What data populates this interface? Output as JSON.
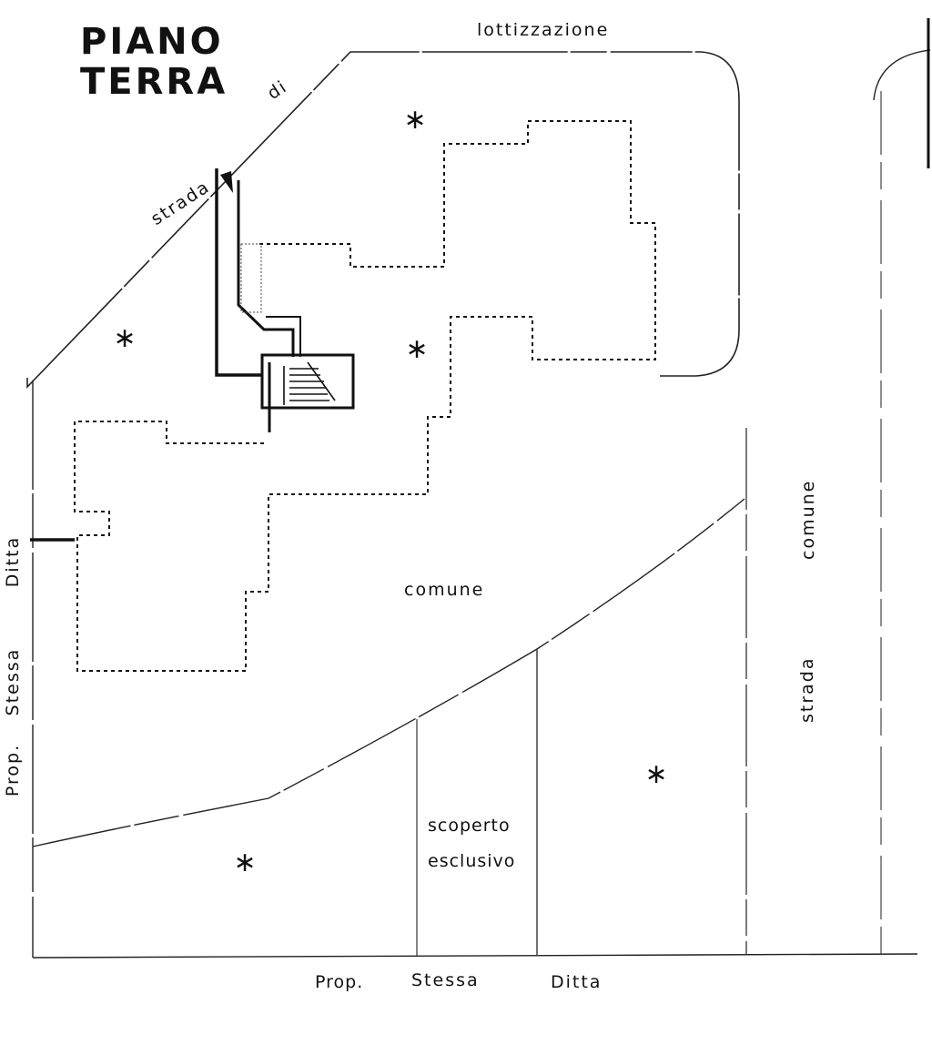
{
  "title": {
    "line1": "PIANO",
    "line2": "TERRA"
  },
  "labels": {
    "lottizzazione": "lottizzazione",
    "strada": "strada",
    "di": "di",
    "comune_center": "comune",
    "comune_right": "comune",
    "strada_right": "strada",
    "scoperto": "scoperto",
    "esclusivo": "esclusivo",
    "left_ditta": "Ditta",
    "left_stessa": "Stessa",
    "left_prop": "Prop.",
    "bottom_prop": "Prop.",
    "bottom_stessa": "Stessa",
    "bottom_ditta": "Ditta"
  },
  "markers": {
    "symbol": "∗"
  }
}
